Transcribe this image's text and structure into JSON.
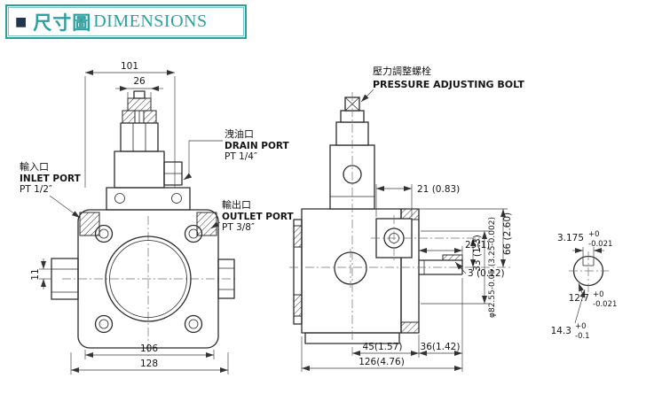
{
  "colors": {
    "accent": "#2f9e9e",
    "line": "#2b2b2b",
    "bullet": "#22354a"
  },
  "header": {
    "bullet": "■",
    "title_zh": "尺寸圖",
    "title_en": "DIMENSIONS"
  },
  "ports": {
    "inlet": {
      "zh": "輸入口",
      "en": "INLET PORT",
      "thread": "PT 1/2″"
    },
    "drain": {
      "zh": "洩油口",
      "en": "DRAIN PORT",
      "thread": "PT 1/4″"
    },
    "outlet": {
      "zh": "輸出口",
      "en": "OUTLET PORT",
      "thread": "PT 3/8″"
    },
    "pressure_bolt": {
      "zh": "壓力調整螺栓",
      "en": "PRESSURE ADJUSTING BOLT"
    }
  },
  "front_view": {
    "dim_top_width": "101",
    "dim_cap_width": "26",
    "dim_bolt_span": "106",
    "dim_body_width": "128",
    "dim_foot_step": "11"
  },
  "side_view": {
    "dim_port_offset": "21 (0.83)",
    "dim_center_height": "66 (2.60)",
    "dim_port_height": "33 (1.3)",
    "dim_shaft_length": "25(1)",
    "dim_key_section": "3 (0.12)",
    "dim_pilot_diameter": "φ82.55-0.05 (3.25-0.002)",
    "dim_bottom_left": "45(1.57)",
    "dim_bottom_right": "36(1.42)",
    "dim_overall_length": "126(4.76)"
  },
  "shaft_detail": {
    "key_width": "3.175",
    "key_width_tol_upper": "+0",
    "key_width_tol_lower": "-0.021",
    "shaft_dia": "12.7",
    "shaft_dia_tol_upper": "+0",
    "shaft_dia_tol_lower": "-0.021",
    "key_height": "14.3",
    "key_height_tol_upper": "+0",
    "key_height_tol_lower": "-0.1"
  }
}
